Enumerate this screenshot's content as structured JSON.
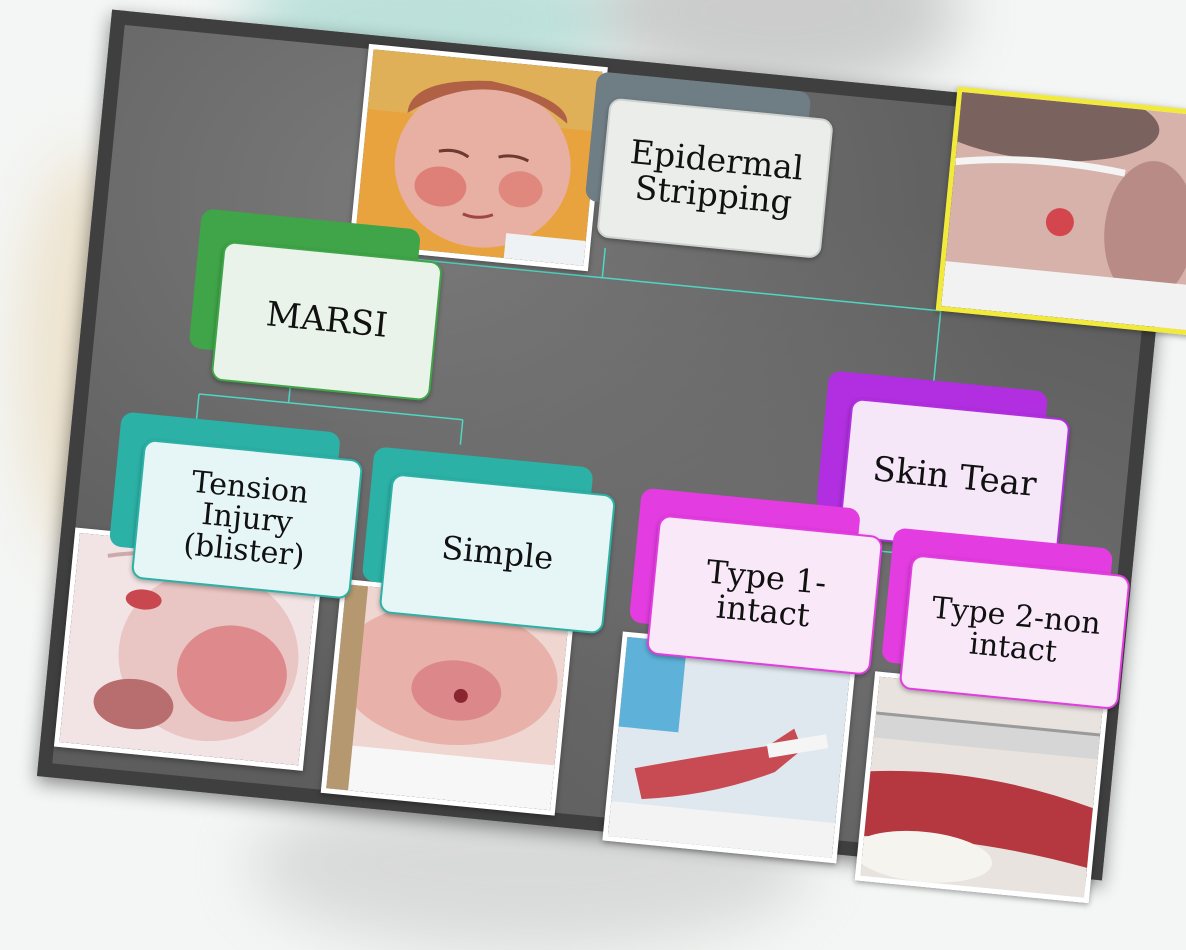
{
  "diagram": {
    "root": {
      "label": "Epidermal\nStripping"
    },
    "marsi": {
      "label": "MARSI"
    },
    "skin_tear": {
      "label": "Skin Tear"
    },
    "tension": {
      "label": "Tension\nInjury\n(blister)"
    },
    "simple": {
      "label": "Simple"
    },
    "type1": {
      "label": "Type 1-\nintact"
    },
    "type2": {
      "label": "Type 2-non\nintact"
    }
  },
  "colors": {
    "gray_back": "#6f7d85",
    "gray_front": "#ebedeb",
    "green_back": "#3fa548",
    "green_front": "#e9f3e9",
    "teal_back": "#2cb1a6",
    "teal_front": "#e6f5f5",
    "purple_back": "#b12fe0",
    "purple_front": "#f5e6f8",
    "magenta_back": "#e33ce0",
    "magenta_front": "#f8e8f8",
    "line": "#4ed6c2"
  },
  "photos": {
    "root_left": {
      "icon": "infant-face-photo"
    },
    "root_right": {
      "icon": "infant-head-tube-photo"
    },
    "tension": {
      "icon": "blister-face-photo"
    },
    "simple": {
      "icon": "neck-skin-photo"
    },
    "type1": {
      "icon": "leg-skin-tear-photo"
    },
    "type2": {
      "icon": "ruler-skin-tear-photo"
    }
  }
}
